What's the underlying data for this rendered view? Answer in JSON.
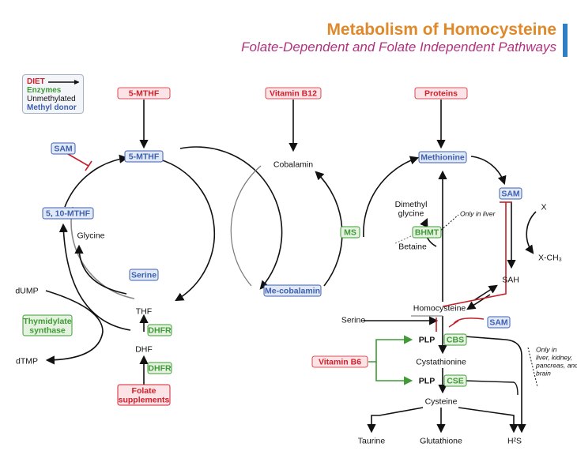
{
  "header": {
    "title": "Metabolism of Homocysteine",
    "subtitle": "Folate-Dependent and Folate Independent Pathways"
  },
  "legend": {
    "diet": "DIET",
    "enzymes": "Enzymes",
    "unmethylated": "Unmethylated",
    "methyl_donor": "Methyl donor"
  },
  "colors": {
    "diet": "#d0202c",
    "diet_fill": "#fbe3e6",
    "enzyme": "#3f9a37",
    "enzyme_fill": "#e4f2df",
    "methyl": "#3c5fb0",
    "methyl_fill": "#e2e9f6",
    "title": "#e0892a",
    "subtitle": "#b0327e"
  },
  "nodes": {
    "mthf_diet": "5-MTHF",
    "vitamin_b12": "Vitamin B12",
    "proteins": "Proteins",
    "sam_inhibitor": "SAM",
    "mthf": "5-MTHF",
    "cobalamin": "Cobalamin",
    "methionine": "Methionine",
    "sam": "SAM",
    "x": "X",
    "methylene_thf": "5, 10-MTHF",
    "dimethyl_glycine": "Dimethyl glycine",
    "only_in_liver": "Only in liver",
    "glycine": "Glycine",
    "bhmt": "BHMT",
    "ms": "MS",
    "betaine": "Betaine",
    "x_ch3": "X-CH₃",
    "serine_methyl": "Serine",
    "sah": "SAH",
    "dump": "dUMP",
    "me_cobalamin": "Me-cobalamin",
    "thf": "THF",
    "homocysteine": "Homocysteine",
    "serine": "Serine",
    "sam_cbs": "SAM",
    "thymidylate_synthase": "Thymidylate synthase",
    "dhfr_1": "DHFR",
    "plp_1": "PLP",
    "cbs": "CBS",
    "dhf": "DHF",
    "dtmp": "dTMP",
    "vitamin_b6": "Vitamin B6",
    "cystathionine": "Cystathionine",
    "dhfr_2": "DHFR",
    "plp_2": "PLP",
    "cse": "CSE",
    "folate_supplements": "Folate supplements",
    "cysteine": "Cysteine",
    "only_in_organs": "Only in liver, kidney, pancreas, and brain",
    "taurine": "Taurine",
    "glutathione": "Glutathione",
    "h2s": "H²S"
  }
}
